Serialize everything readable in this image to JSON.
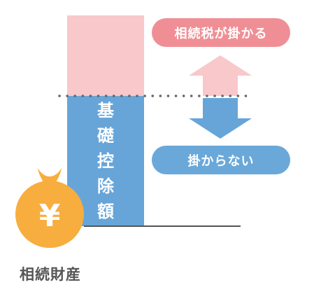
{
  "colors": {
    "pink_light": "#f8c8cb",
    "pink_pill": "#ef8f95",
    "blue": "#67a5d8",
    "blue_pill": "#6aa8da",
    "gold": "#f7ae3f",
    "dots": "#666666",
    "baseline": "#555555"
  },
  "labels": {
    "taxed": "相続税が掛かる",
    "untaxed": "掛からない",
    "deduction_chars": [
      "基",
      "礎",
      "控",
      "除",
      "額"
    ],
    "bottom": "相続財産",
    "yen": "¥"
  }
}
